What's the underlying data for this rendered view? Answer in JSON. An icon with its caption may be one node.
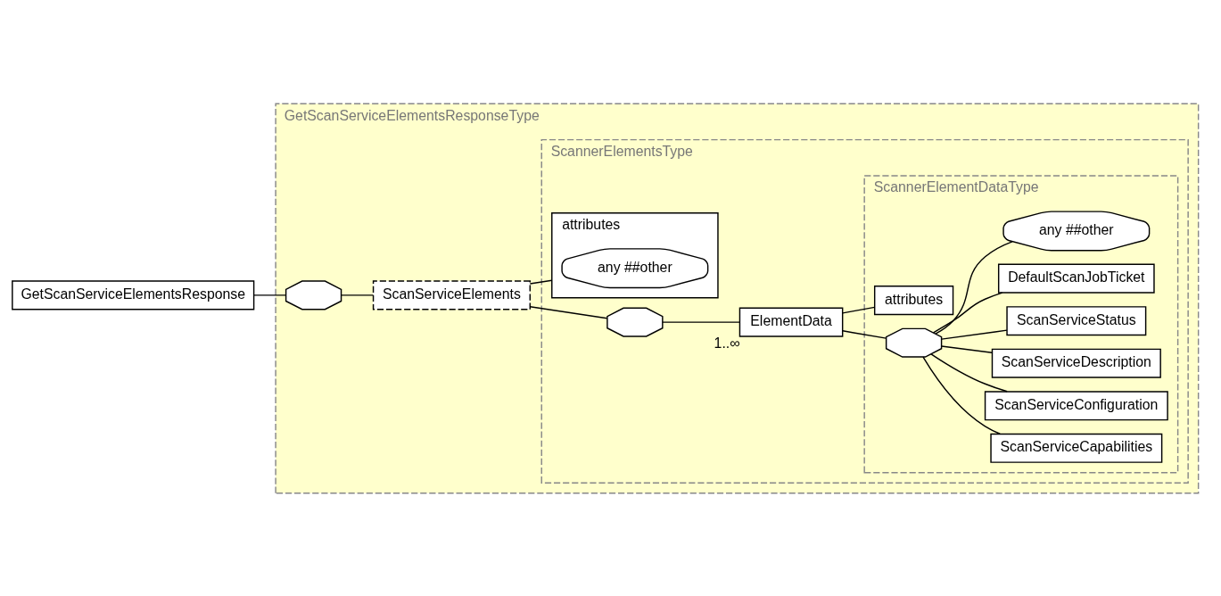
{
  "diagram": {
    "nodes": [
      {
        "text": [
          "GetScanServiceElementsResponse"
        ]
      },
      {
        "text": [
          "GetScanServiceElementsResponseType"
        ]
      },
      {
        "text": [],
        "shape": "octagon",
        "in": 1
      },
      {
        "text": [
          "ScanServiceElements"
        ],
        "in": 1
      },
      {
        "text": [
          "ScannerElementsType"
        ],
        "in": 1
      },
      {
        "text": [
          "attributes"
        ],
        "in": 4
      },
      {
        "text": [
          "any ##other"
        ],
        "in": 5
      },
      {
        "text": [],
        "shape": "octagon",
        "in": 4
      },
      {
        "text": [
          "ElementData"
        ],
        "beside": [
          "1..∞"
        ],
        "in": 4
      },
      {
        "text": [
          "ScannerElementDataType"
        ],
        "in": 4
      },
      {
        "text": [
          "attributes"
        ],
        "in": 9
      },
      {
        "text": [],
        "shape": "octagon",
        "in": 9
      },
      {
        "text": [
          "ScanServiceCapabilities"
        ],
        "in": 9
      },
      {
        "text": [
          "ScanServiceConfiguration"
        ],
        "in": 9
      },
      {
        "text": [
          "ScanServiceDescription"
        ],
        "in": 9
      },
      {
        "text": [
          "ScanServiceStatus"
        ],
        "in": 9
      },
      {
        "text": [
          "DefaultScanJobTicket"
        ],
        "in": 9
      },
      {
        "text": [
          "any ##other"
        ],
        "in": 9
      }
    ],
    "edges": [
      {
        "from": 0,
        "to": 2,
        "arrow": "none"
      },
      {
        "from": 2,
        "to": 3,
        "arrow": "none"
      },
      {
        "from": 3,
        "to": 5,
        "arrow": "none"
      },
      {
        "from": 3,
        "to": 7,
        "arrow": "none"
      },
      {
        "from": 7,
        "to": 8,
        "arrow": "none"
      },
      {
        "from": 8,
        "to": 10,
        "arrow": "none"
      },
      {
        "from": 8,
        "to": 11,
        "arrow": "none"
      },
      {
        "from": 11,
        "to": 12,
        "arrow": "none"
      },
      {
        "from": 11,
        "to": 13,
        "arrow": "none"
      },
      {
        "from": 11,
        "to": 14,
        "arrow": "none"
      },
      {
        "from": 11,
        "to": 15,
        "arrow": "none"
      },
      {
        "from": 11,
        "to": 16,
        "arrow": "none"
      },
      {
        "from": 11,
        "to": 17,
        "arrow": "none"
      }
    ]
  }
}
